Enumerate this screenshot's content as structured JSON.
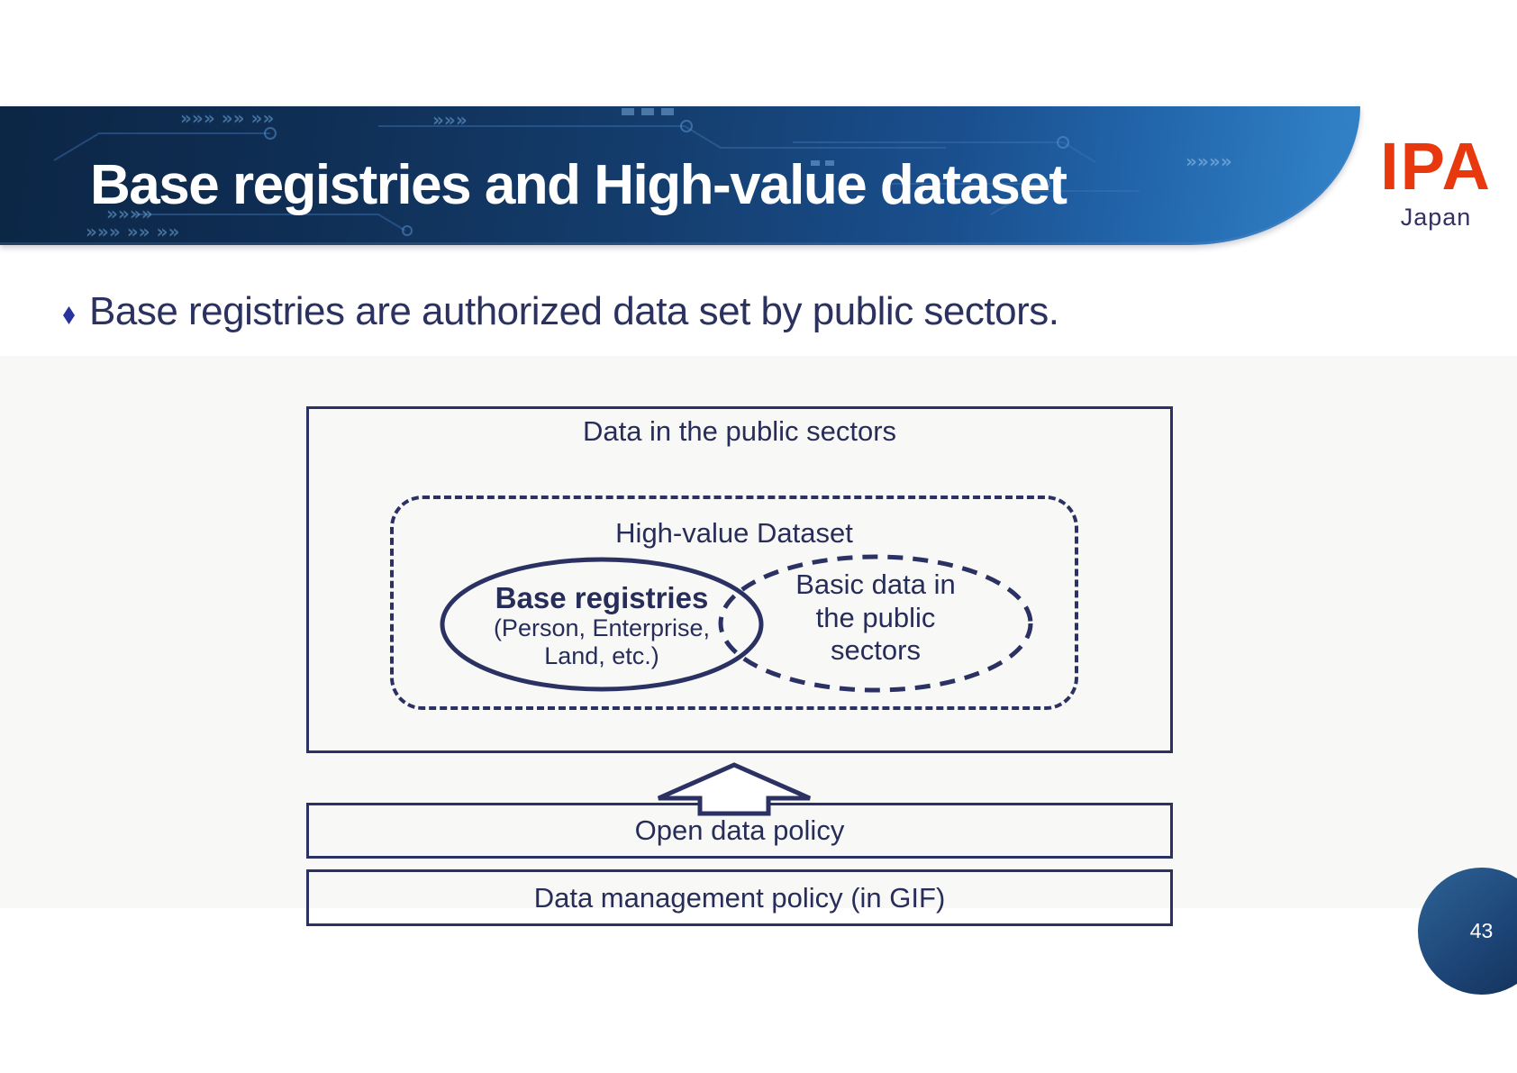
{
  "slide": {
    "header": {
      "title": "Base registries and High-value dataset",
      "logo_text": "IPA",
      "logo_subtext": "Japan"
    },
    "bullet": {
      "text": "Base registries are authorized data set by public sectors."
    },
    "diagram": {
      "outer_box_label": "Data in the public sectors",
      "high_value_label": "High-value Dataset",
      "base_registries": {
        "title": "Base registries",
        "subtitle_line1": "(Person, Enterprise,",
        "subtitle_line2": "Land, etc.)"
      },
      "basic_data": {
        "line1": "Basic data in",
        "line2": "the public",
        "line3": "sectors"
      },
      "open_data_policy_label": "Open data policy",
      "data_management_policy_label": "Data management policy (in GIF)"
    },
    "page_number": "43",
    "colors": {
      "line_navy": "#2b3263",
      "text_navy": "#272d58",
      "ipa_red": "#e8380d",
      "band_dark": "#0c2645",
      "band_light": "#3180c6",
      "ball_dark": "#132f56",
      "ball_light": "#2e6396",
      "bullet_diamond": "#2833a0"
    }
  }
}
